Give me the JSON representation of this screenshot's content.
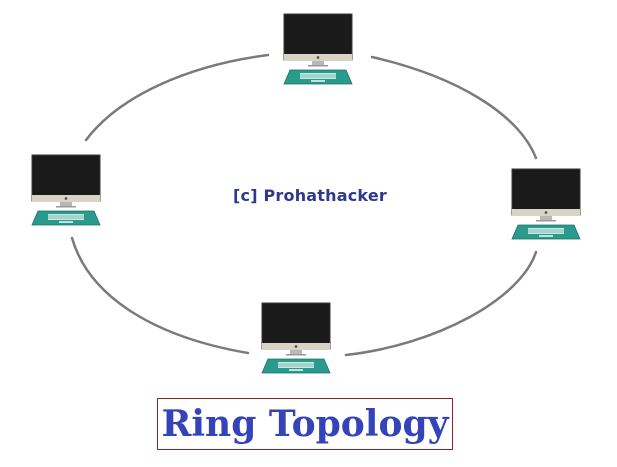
{
  "diagram": {
    "title": "Ring Topology",
    "watermark": "[c] Prohathacker",
    "nodes": [
      {
        "id": "computer-top",
        "icon": "desktop-computer-icon"
      },
      {
        "id": "computer-right",
        "icon": "desktop-computer-icon"
      },
      {
        "id": "computer-bottom",
        "icon": "desktop-computer-icon"
      },
      {
        "id": "computer-left",
        "icon": "desktop-computer-icon"
      }
    ],
    "connections": [
      [
        "computer-top",
        "computer-right"
      ],
      [
        "computer-right",
        "computer-bottom"
      ],
      [
        "computer-bottom",
        "computer-left"
      ],
      [
        "computer-left",
        "computer-top"
      ]
    ],
    "colors": {
      "ring": "#7a7a7a",
      "screen": "#1a1a1a",
      "base": "#2a9a8c",
      "title": "#3443b8",
      "title_border": "#8a2030",
      "watermark": "#2d3a8c"
    }
  }
}
